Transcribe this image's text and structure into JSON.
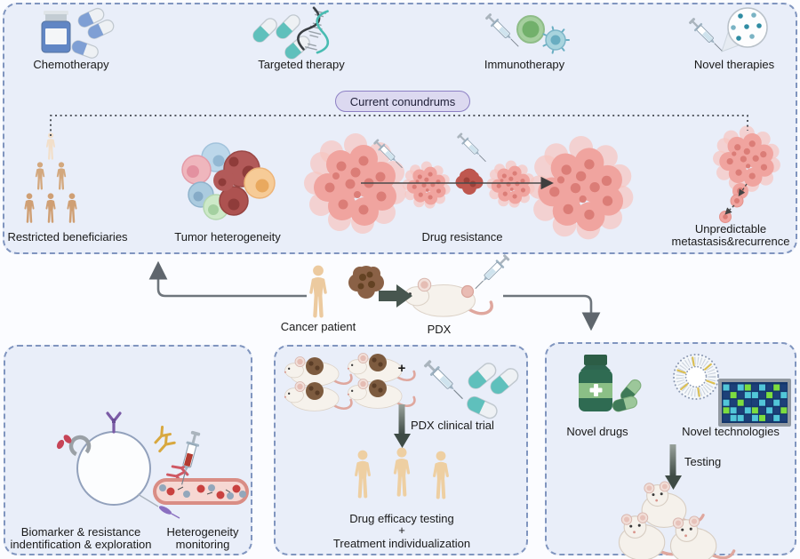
{
  "colors": {
    "panel_bg": "#e9eef9",
    "panel_border": "#8095bf",
    "badge_bg": "#dcd9f0",
    "badge_border": "#8d80c4",
    "text": "#1a1a1a",
    "arrow_gray": "#6e757c",
    "arrow_dark": "#47564f",
    "tumor_pink": "#f0a49f",
    "tumor_dark": "#bf574f",
    "tumor_brown": "#7d5b3f",
    "skin": "#ecca9f",
    "mouse_white": "#f6f2ec",
    "drug_green": "#2f6b52",
    "capsule_teal": "#5fc0bc",
    "capsule_blue": "#7f9fd4",
    "chip_navy": "#1d4079",
    "chip_cyan": "#52c6d8",
    "chip_lime": "#7ddd3f"
  },
  "icons": [
    "pill-bottle-and-capsules-icon",
    "capsules-and-dna-icon",
    "syringe-and-immune-cells-icon",
    "syringe-and-nanoparticle-icon",
    "patient-pyramid-icon",
    "heterogeneous-tumor-cells-icon",
    "tumor-drug-resistance-icon",
    "metastasis-tumor-icon",
    "cancer-patient-icon",
    "tumor-sample-icon",
    "pdx-mouse-icon",
    "antibody-biomarker-icon",
    "blood-vessel-syringe-icon",
    "tumor-mice-icon",
    "syringe-and-capsules-icon",
    "trial-patients-icon",
    "novel-drugs-bottle-icon",
    "liposome-icon",
    "microarray-chip-icon",
    "testing-mice-icon"
  ],
  "top_panel": {
    "therapies": [
      {
        "label": "Chemotherapy"
      },
      {
        "label": "Targeted therapy"
      },
      {
        "label": "Immunotherapy"
      },
      {
        "label": "Novel therapies"
      }
    ],
    "badge_label": "Current conundrums",
    "conundrums": {
      "restricted": "Restricted beneficiaries",
      "heterogeneity": "Tumor heterogeneity",
      "resistance": "Drug resistance",
      "metastasis_line1": "Unpredictable",
      "metastasis_line2": "metastasis&recurrence"
    }
  },
  "workflow": {
    "patient_label": "Cancer patient",
    "pdx_label": "PDX"
  },
  "biomarker_box": {
    "line1": "Biomarker & resistance",
    "line2": "indentification & exploration",
    "monitoring_line1": "Heterogeneity",
    "monitoring_line2": "monitoring"
  },
  "trial_box": {
    "plus_top": "+",
    "trial_label": "PDX clinical trial",
    "efficacy_label": "Drug efficacy testing",
    "plus_bottom": "+",
    "individualization_label": "Treatment individualization"
  },
  "novel_box": {
    "drugs_label": "Novel drugs",
    "tech_label": "Novel technologies",
    "testing_label": "Testing"
  }
}
